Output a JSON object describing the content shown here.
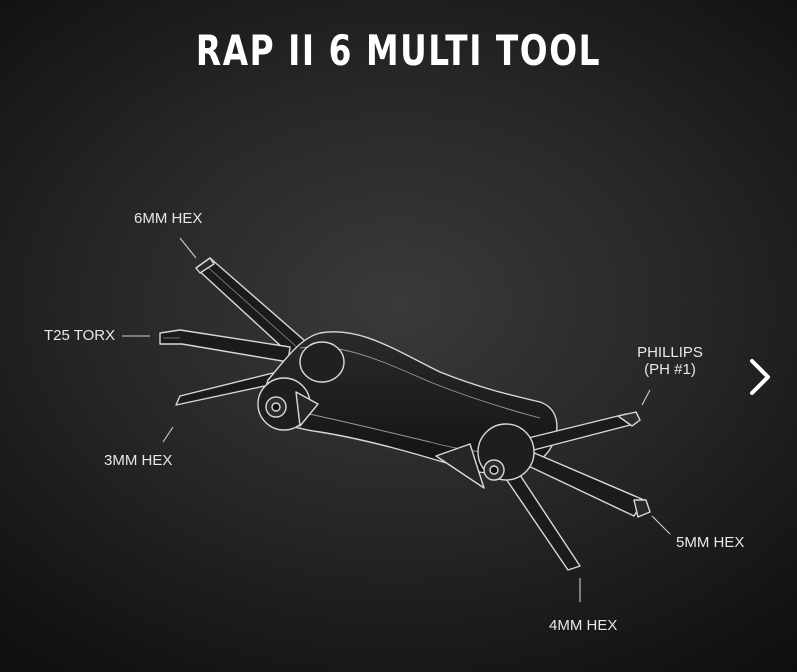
{
  "title": "RAP II 6 MULTI TOOL",
  "labels": {
    "hex6": "6MM HEX",
    "torx": "T25 TORX",
    "hex3": "3MM HEX",
    "phillips_line1": "PHILLIPS",
    "phillips_line2": "(PH #1)",
    "hex5": "5MM HEX",
    "hex4": "4MM HEX"
  },
  "icons": {
    "next": "chevron-right-icon"
  }
}
